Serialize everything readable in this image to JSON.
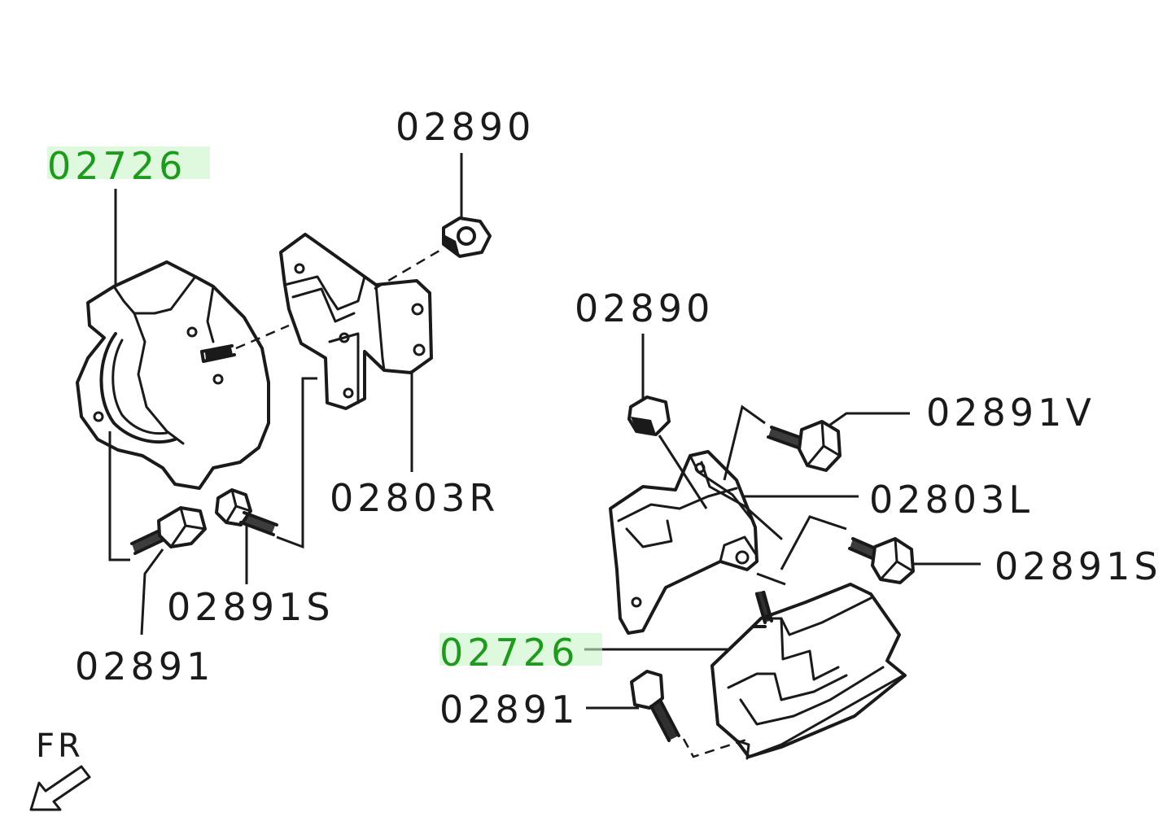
{
  "callouts": {
    "left_mount_top": "02726",
    "left_nut": "02890",
    "left_bracket": "02803R",
    "left_bolt_small": "02891S",
    "left_bolt": "02891",
    "right_nut": "02890",
    "right_bolt_v": "02891V",
    "right_bracket": "02803L",
    "right_bolt_s": "02891S",
    "right_mount": "02726",
    "right_bolt": "02891"
  },
  "direction": {
    "label": "FR"
  },
  "colors": {
    "highlight_text": "#1f9a1f",
    "highlight_bg": "#c8f5c8",
    "line": "#1a1a1a"
  }
}
